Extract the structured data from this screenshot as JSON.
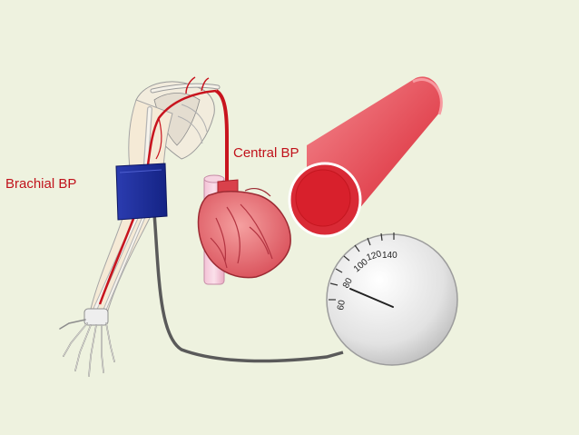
{
  "labels": {
    "brachial": "Brachial BP",
    "central": "Central BP"
  },
  "gauge": {
    "ticks": [
      "60",
      "80",
      "100",
      "120",
      "140"
    ]
  },
  "colors": {
    "background": "#eef2df",
    "label": "#c0121b",
    "artery": "#e8505a",
    "cuff": "#1e2f9e",
    "heart": "#e56a6e",
    "gauge": "#e8e8e8"
  },
  "icons": [
    "arm-skeleton-icon",
    "heart-icon",
    "artery-tube-icon",
    "blood-pressure-cuff-icon",
    "pressure-gauge-icon"
  ]
}
